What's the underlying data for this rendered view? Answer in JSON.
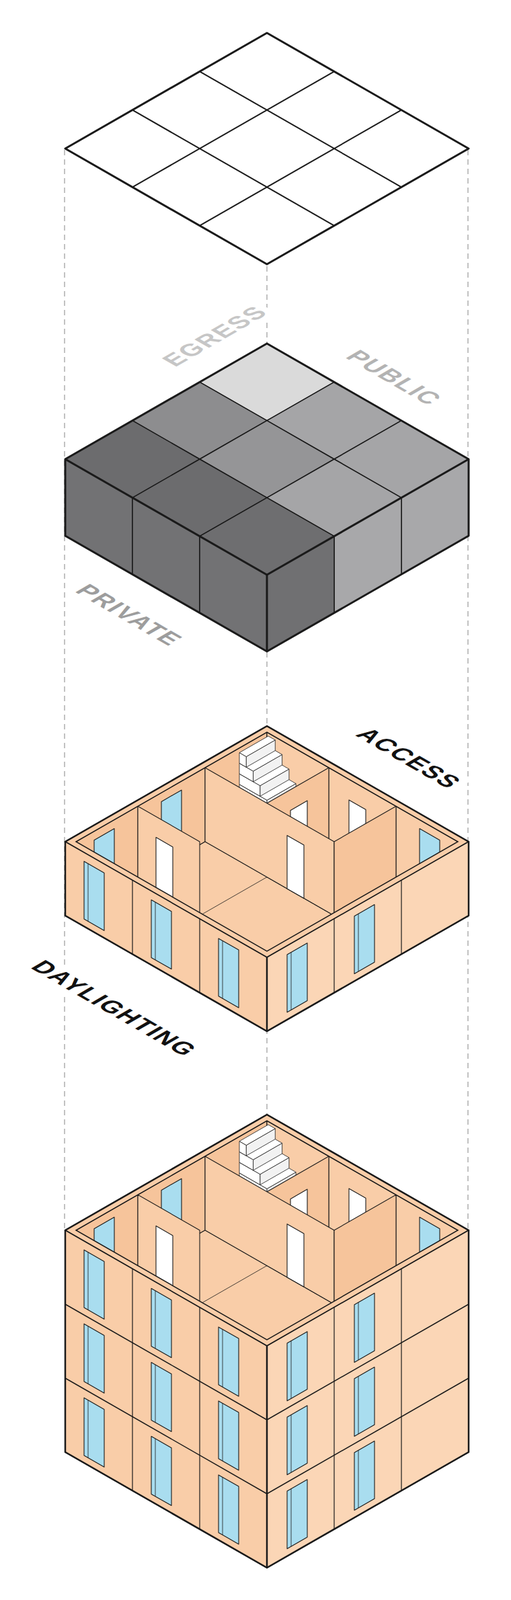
{
  "diagram": {
    "labels": [
      "EGRESS",
      "PUBLIC",
      "PRIVATE",
      "ACCESS",
      "DAYLIGHTING"
    ]
  }
}
